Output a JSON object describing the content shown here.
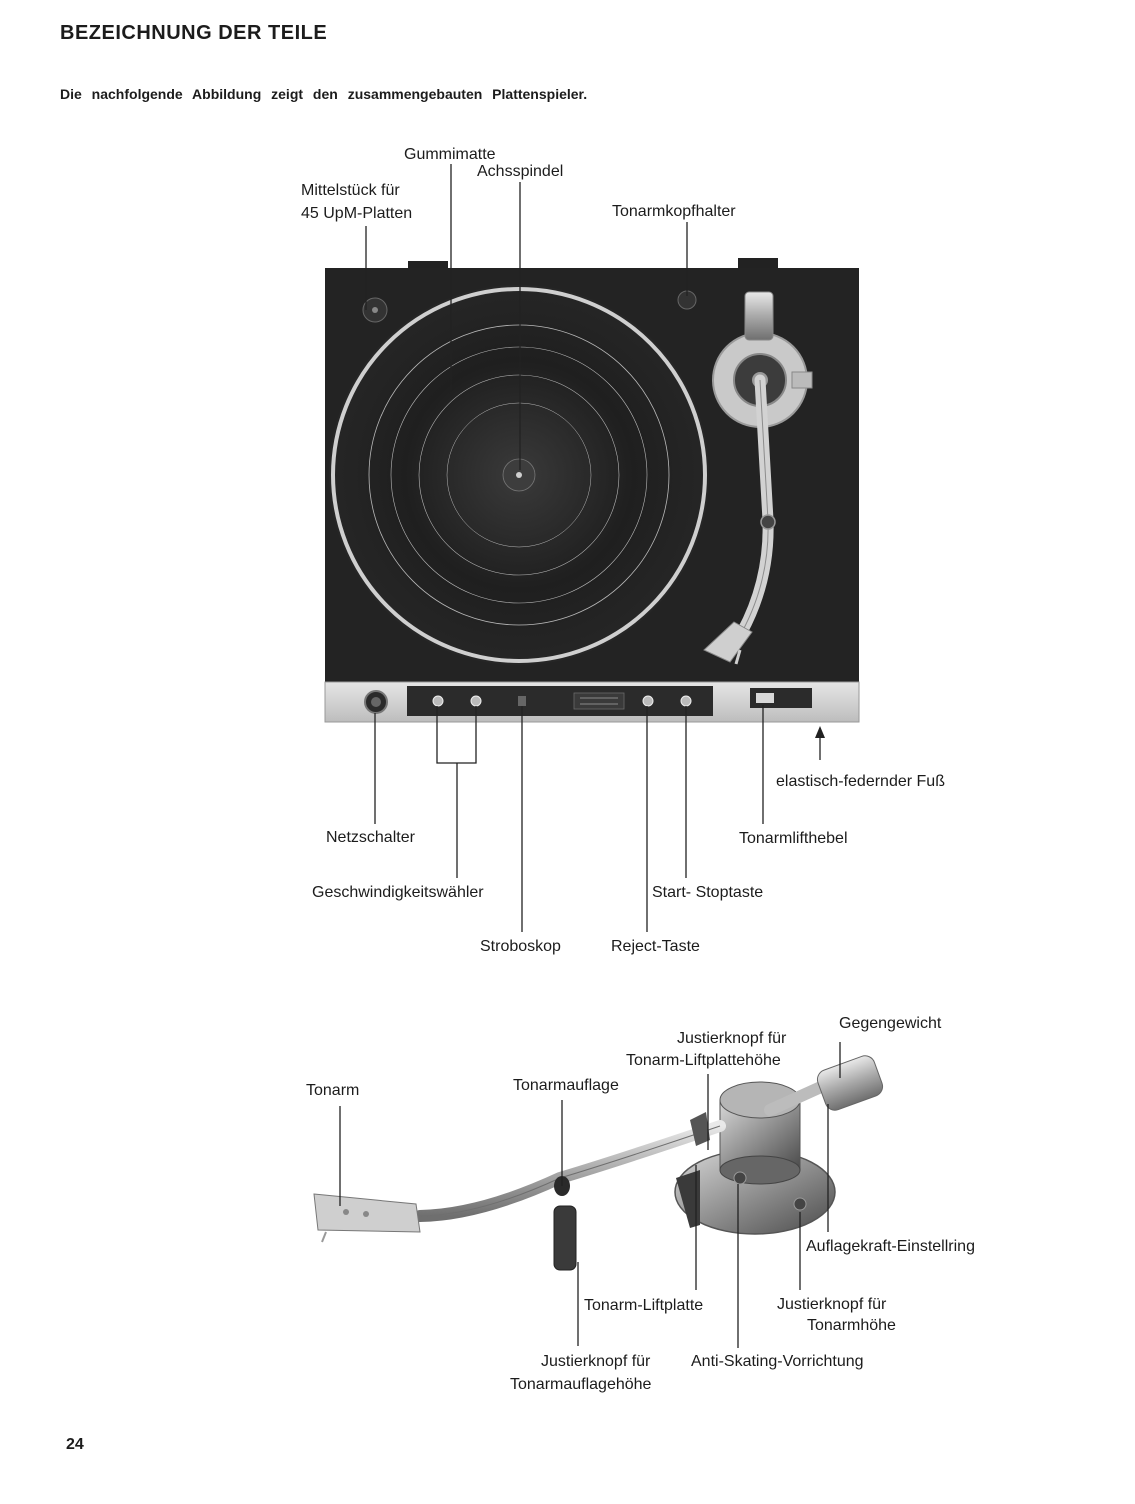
{
  "page": {
    "heading": "BEZEICHNUNG DER TEILE",
    "intro": "Die nachfolgende Abbildung zeigt den zusammengebauten Plattenspieler.",
    "page_number": "24"
  },
  "turntable_figure": {
    "labels": {
      "center_piece_line1": "Mittelstück für",
      "center_piece_line2": "45 UpM-Platten",
      "rubber_mat": "Gummimatte",
      "spindle": "Achsspindel",
      "headshell_holder": "Tonarmkopfhalter",
      "elastic_foot": "elastisch-federnder Fuß",
      "power_switch": "Netzschalter",
      "tonearm_lift_lever": "Tonarmlifthebel",
      "speed_selector": "Geschwindigkeitswähler",
      "start_stop": "Start- Stoptaste",
      "stroboscope": "Stroboskop",
      "reject": "Reject-Taste"
    }
  },
  "tonearm_figure": {
    "labels": {
      "counterweight": "Gegengewicht",
      "lift_height_knob_line1": "Justierknopf für",
      "lift_height_knob_line2": "Tonarm-Liftplattehöhe",
      "tonearm": "Tonarm",
      "arm_rest": "Tonarmauflage",
      "tracking_force_ring": "Auflagekraft-Einstellring",
      "lift_plate": "Tonarm-Liftplatte",
      "arm_height_knob_line1": "Justierknopf für",
      "arm_height_knob_line2": "Tonarmhöhe",
      "rest_height_knob_line1": "Justierknopf für",
      "rest_height_knob_line2": "Tonarmauflagehöhe",
      "anti_skating": "Anti-Skating-Vorrichtung"
    }
  }
}
